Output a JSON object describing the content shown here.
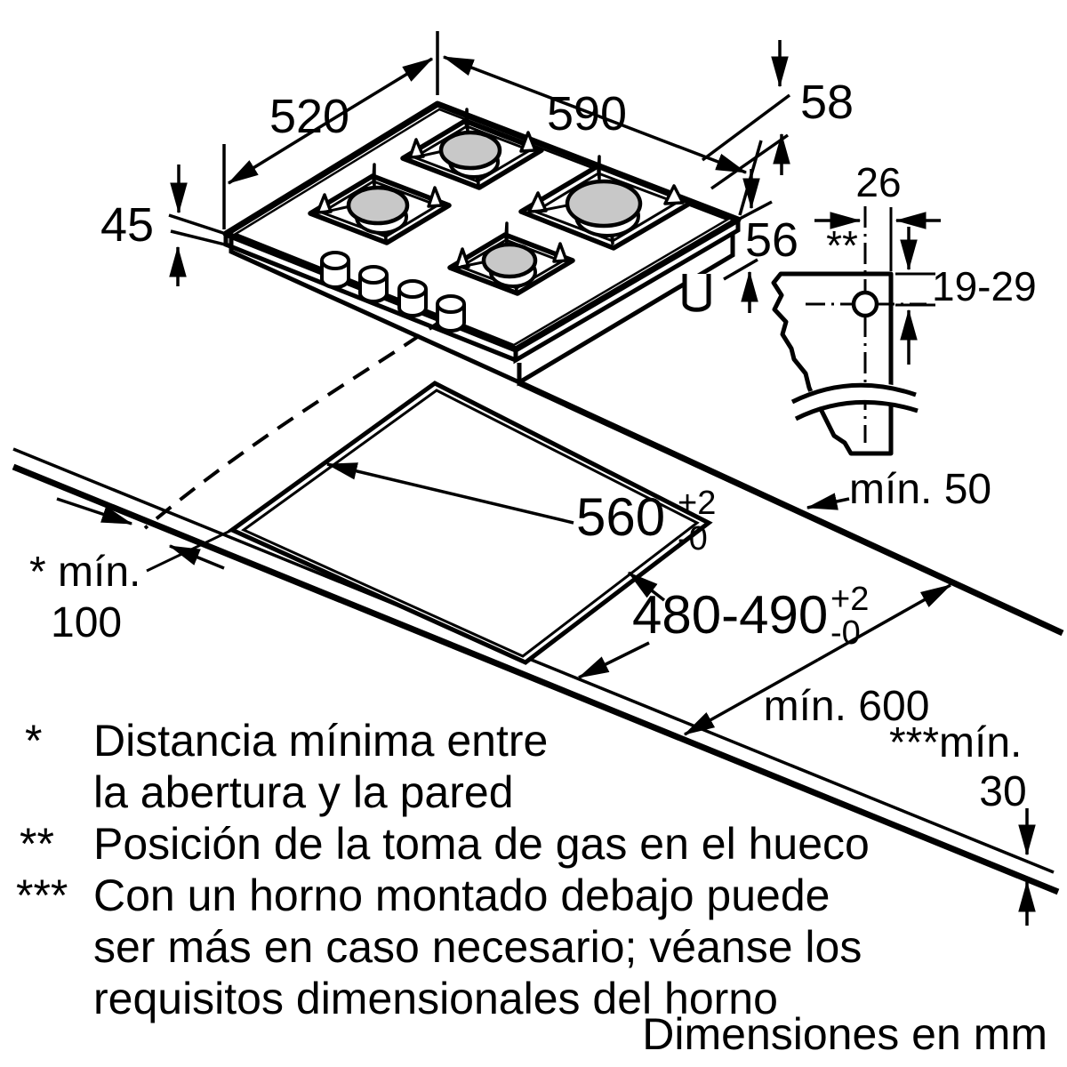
{
  "labels": {
    "hob_depth": "520",
    "hob_width": "590",
    "hob_edge_height": "58",
    "hob_height": "45",
    "hob_below_height": "56",
    "gas_offset": "26",
    "gas_marker": "**",
    "gas_range": "19-29",
    "cutout_width": "560",
    "cutout_width_plus": "+2",
    "cutout_width_minus": "-0",
    "cutout_depth": "480-490",
    "cutout_depth_plus": "+2",
    "cutout_depth_minus": "-0",
    "rear_clearance": "mín. 50",
    "side_clearance_line1": "* mín.",
    "side_clearance_line2": "100",
    "worktop_depth": "mín. 600",
    "front_clearance_line1": "***mín.",
    "front_clearance_line2": "30"
  },
  "footnotes": [
    {
      "marker": "*",
      "line1": "Distancia mínima entre",
      "line2": "la abertura y la pared"
    },
    {
      "marker": "**",
      "line1": "Posición de la toma de gas en el hueco"
    },
    {
      "marker": "***",
      "line1": "Con un horno montado debajo puede",
      "line2": "ser más en caso necesario; véanse los",
      "line3": "requisitos dimensionales del horno"
    }
  ],
  "units_note": "Dimensiones en mm"
}
